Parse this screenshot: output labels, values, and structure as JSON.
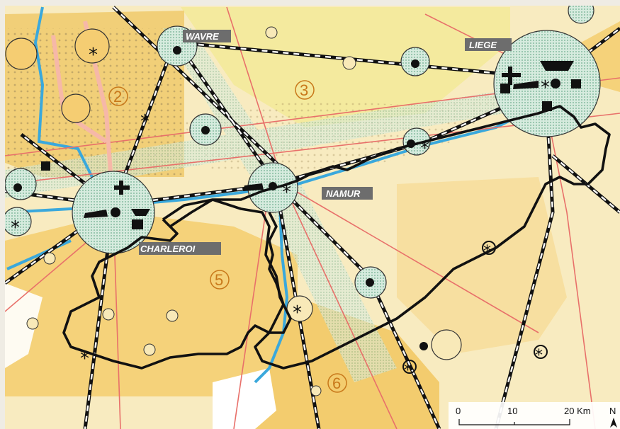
{
  "map": {
    "cities": [
      {
        "id": "wavre",
        "label": "WAVRE"
      },
      {
        "id": "liege",
        "label": "LIEGE"
      },
      {
        "id": "namur",
        "label": "NAMUR"
      },
      {
        "id": "charleroi",
        "label": "CHARLEROI"
      }
    ],
    "zones": [
      {
        "id": "z2",
        "label": "2"
      },
      {
        "id": "z3",
        "label": "3"
      },
      {
        "id": "z5",
        "label": "5"
      },
      {
        "id": "z6",
        "label": "6"
      }
    ],
    "scale_bar": {
      "ticks": [
        "0",
        "10",
        "20 Km"
      ]
    },
    "north_arrow": {
      "label": "N"
    },
    "colors": {
      "background": "#efece4",
      "light_yellow": "#f6f0a8",
      "yellow_orange": "#f5d27a",
      "orange": "#eebd55",
      "urban_circle_fill": "#d6ebde",
      "railway": "#111111",
      "road": "#e8706a",
      "river": "#3aa8dc",
      "boundary": "#111111"
    }
  }
}
